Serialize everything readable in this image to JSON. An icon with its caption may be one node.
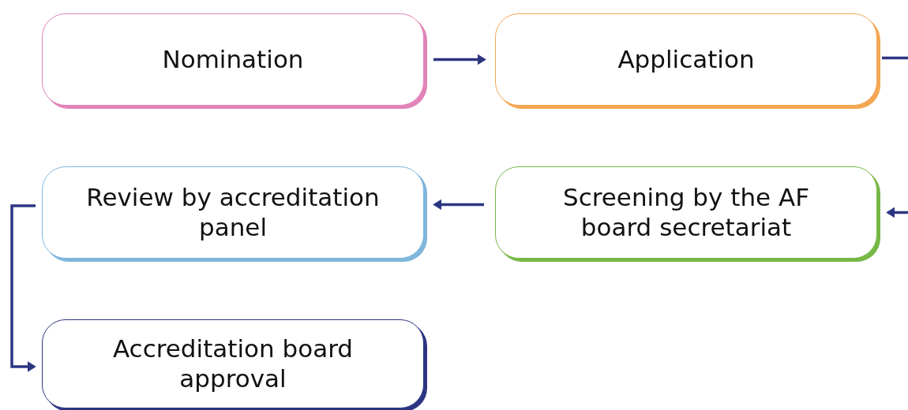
{
  "diagram": {
    "nodes": [
      {
        "text": [
          "Nomination"
        ]
      },
      {
        "text": [
          "Application"
        ]
      },
      {
        "text": [
          "Review by accreditation panel"
        ]
      },
      {
        "text": [
          "Screening by the AF board secretariat"
        ]
      },
      {
        "text": [
          "Accreditation board approval"
        ]
      }
    ],
    "edges": [
      {
        "from": 0,
        "to": 1,
        "arrow": "to"
      },
      {
        "from": 1,
        "to": null,
        "arrow": "none"
      },
      {
        "from": null,
        "to": 3,
        "arrow": "to"
      },
      {
        "from": 3,
        "to": 2,
        "arrow": "to"
      },
      {
        "from": 2,
        "to": 4,
        "arrow": "to"
      }
    ]
  }
}
